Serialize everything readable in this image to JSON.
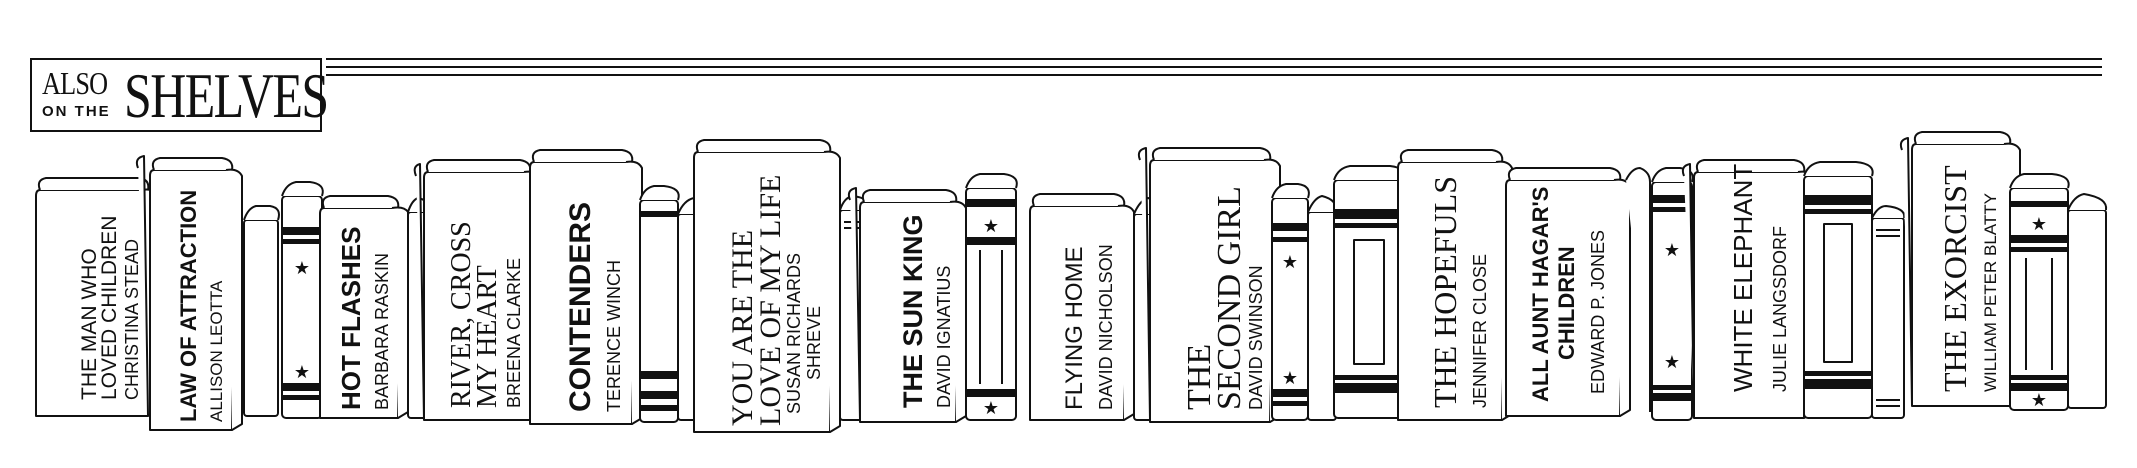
{
  "header": {
    "also": "ALSO",
    "on_the": "ON THE",
    "shelves": "SHELVES"
  },
  "books": [
    {
      "title_lines": [
        "THE MAN WHO",
        "LOVED CHILDREN"
      ],
      "author": "CHRISTINA STEAD"
    },
    {
      "title_lines": [
        "LAW OF ATTRACTION"
      ],
      "author": "ALLISON LEOTTA"
    },
    {
      "title_lines": [
        "HOT FLASHES"
      ],
      "author": "BARBARA RASKIN"
    },
    {
      "title_lines": [
        "RIVER, CROSS",
        "MY HEART"
      ],
      "author": "BREENA CLARKE"
    },
    {
      "title_lines": [
        "CONTENDERS"
      ],
      "author": "TERENCE WINCH"
    },
    {
      "title_lines": [
        "YOU ARE THE",
        "LOVE OF MY LIFE"
      ],
      "author_lines": [
        "SUSAN RICHARDS",
        "SHREVE"
      ]
    },
    {
      "title_lines": [
        "THE SUN KING"
      ],
      "author": "DAVID IGNATIUS"
    },
    {
      "title_lines": [
        "FLYING HOME"
      ],
      "author": "DAVID NICHOLSON"
    },
    {
      "title_lines": [
        "THE",
        "SECOND GIRL"
      ],
      "author": "DAVID SWINSON"
    },
    {
      "title_lines": [
        "THE HOPEFULS"
      ],
      "author": "JENNIFER CLOSE"
    },
    {
      "title_lines": [
        "ALL AUNT HAGAR'S",
        "CHILDREN"
      ],
      "author": "EDWARD P. JONES"
    },
    {
      "title_lines": [
        "WHITE ELEPHANT"
      ],
      "author": "JULIE LANGSDORF"
    },
    {
      "title_lines": [
        "THE EXORCIST"
      ],
      "author": "WILLIAM PETER BLATTY"
    }
  ]
}
